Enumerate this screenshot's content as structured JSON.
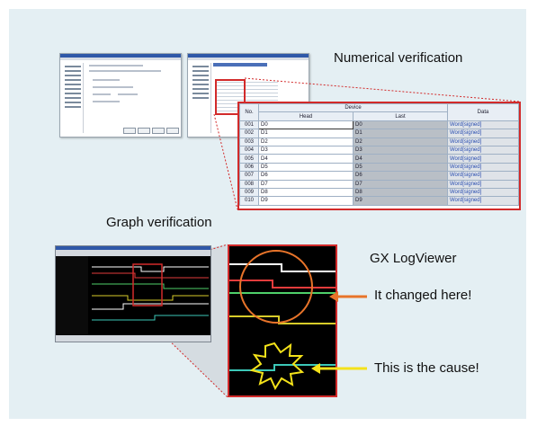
{
  "labels": {
    "numerical": "Numerical verification",
    "graph": "Graph verification",
    "viewer": "GX LogViewer",
    "changed": "It changed here!",
    "cause": "This is the cause!"
  },
  "device_table": {
    "headers": {
      "no": "No.",
      "device": "Device",
      "head": "Head",
      "last": "Last",
      "data": "Data"
    },
    "rows": [
      {
        "no": "001",
        "head": "D0",
        "last": "D0",
        "data": "Word[signed]"
      },
      {
        "no": "002",
        "head": "D1",
        "last": "D1",
        "data": "Word[signed]"
      },
      {
        "no": "003",
        "head": "D2",
        "last": "D2",
        "data": "Word[signed]"
      },
      {
        "no": "004",
        "head": "D3",
        "last": "D3",
        "data": "Word[signed]"
      },
      {
        "no": "005",
        "head": "D4",
        "last": "D4",
        "data": "Word[signed]"
      },
      {
        "no": "006",
        "head": "D5",
        "last": "D5",
        "data": "Word[signed]"
      },
      {
        "no": "007",
        "head": "D6",
        "last": "D6",
        "data": "Word[signed]"
      },
      {
        "no": "008",
        "head": "D7",
        "last": "D7",
        "data": "Word[signed]"
      },
      {
        "no": "009",
        "head": "D8",
        "last": "D8",
        "data": "Word[signed]"
      },
      {
        "no": "010",
        "head": "D9",
        "last": "D9",
        "data": "Word[signed]"
      }
    ]
  },
  "colors": {
    "panel": "#e4eff3",
    "highlight_red": "#d22a2a",
    "callout_orange": "#e8742a",
    "burst_yellow": "#f4e21a",
    "trace_white": "#ffffff",
    "trace_red": "#e23c3c",
    "trace_green": "#4fd06a",
    "trace_yellow": "#d8cc2a",
    "trace_teal": "#3cc8b8"
  },
  "icons": {
    "arrow_changed": "left-arrow-icon",
    "arrow_cause": "left-arrow-icon",
    "burst": "starburst-icon",
    "circle": "circle-highlight"
  }
}
